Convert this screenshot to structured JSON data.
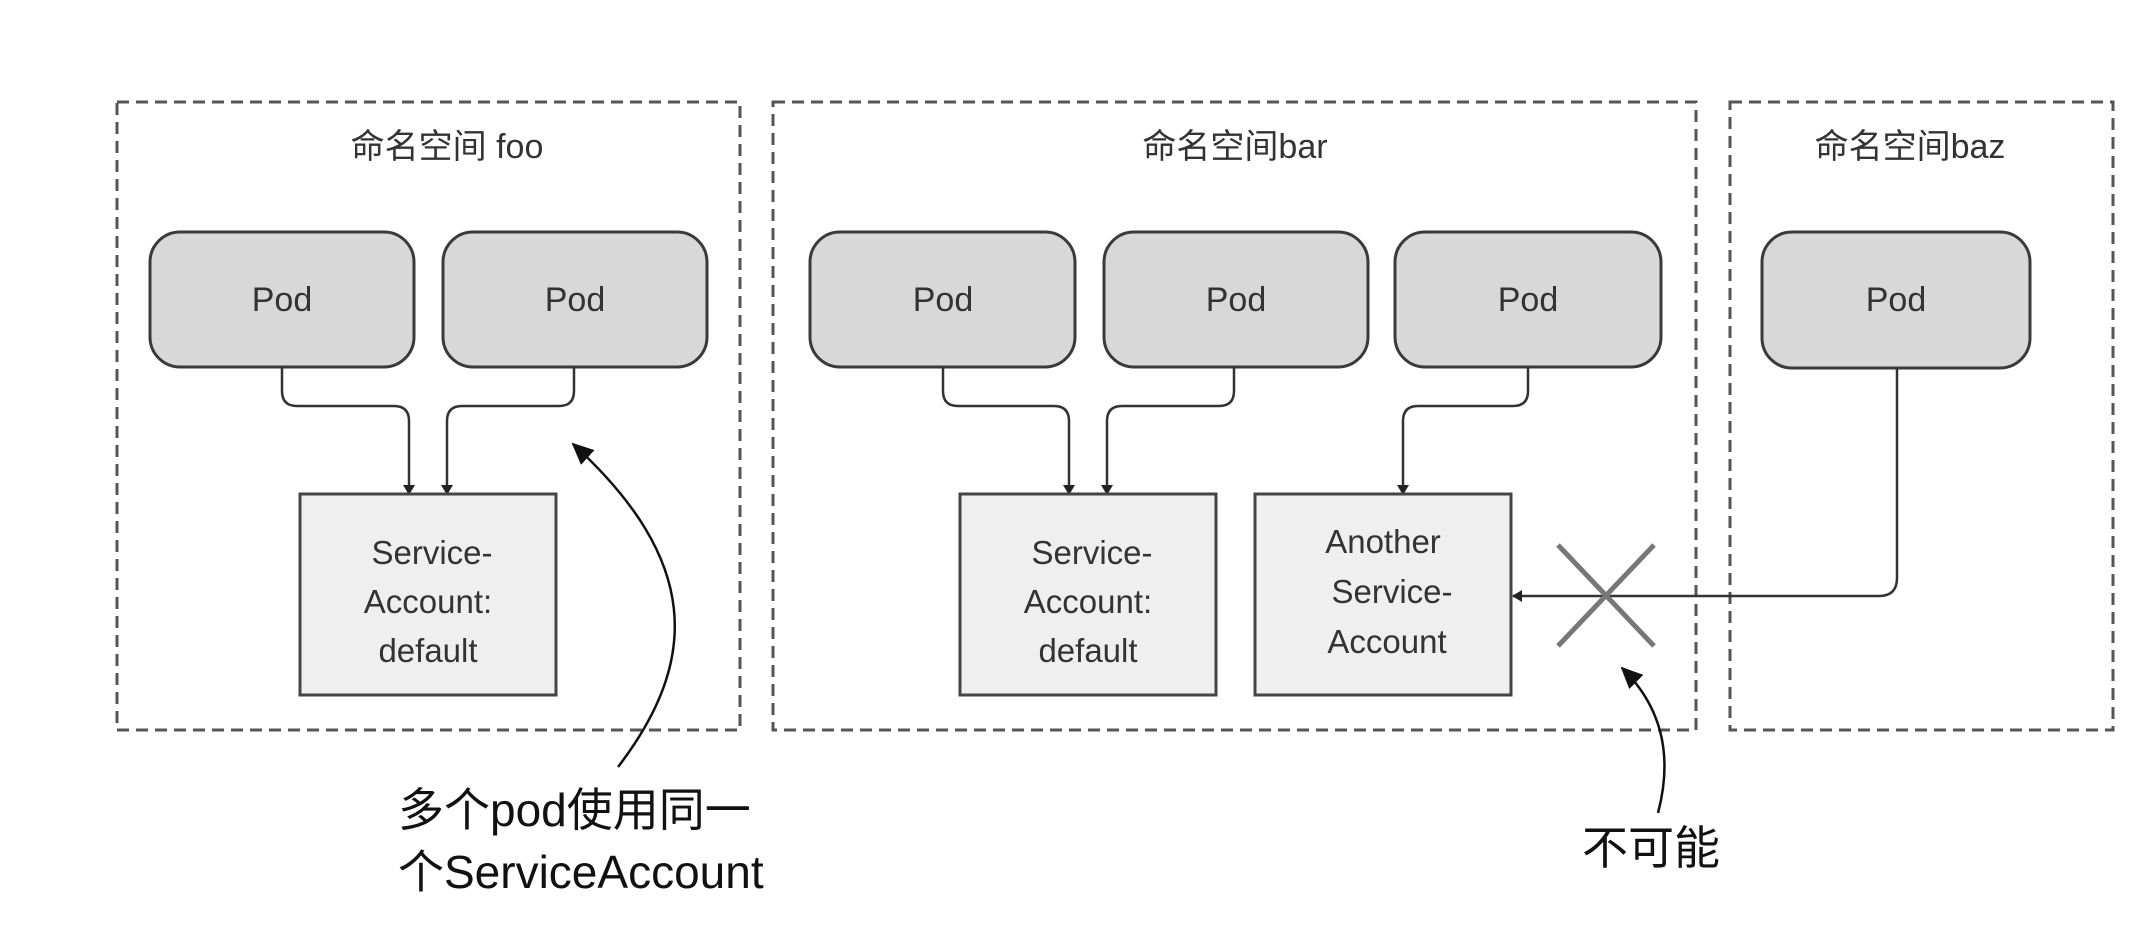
{
  "diagram": {
    "namespaces": [
      {
        "id": "foo",
        "title": "命名空间 foo",
        "pods": [
          "Pod",
          "Pod"
        ],
        "service_accounts": [
          {
            "lines": [
              "Service-",
              "Account:",
              "default"
            ]
          }
        ]
      },
      {
        "id": "bar",
        "title": "命名空间bar",
        "pods": [
          "Pod",
          "Pod",
          "Pod"
        ],
        "service_accounts": [
          {
            "lines": [
              "Service-",
              "Account:",
              "default"
            ]
          },
          {
            "lines": [
              "Another",
              "Service-",
              "Account"
            ]
          }
        ]
      },
      {
        "id": "baz",
        "title": "命名空间baz",
        "pods": [
          "Pod"
        ],
        "service_accounts": []
      }
    ],
    "connections": [
      {
        "from": "foo.pod.0",
        "to": "foo.sa.0"
      },
      {
        "from": "foo.pod.1",
        "to": "foo.sa.0"
      },
      {
        "from": "bar.pod.0",
        "to": "bar.sa.0"
      },
      {
        "from": "bar.pod.1",
        "to": "bar.sa.0"
      },
      {
        "from": "bar.pod.2",
        "to": "bar.sa.1"
      },
      {
        "from": "baz.pod.0",
        "to": "bar.sa.1",
        "blocked": true
      }
    ],
    "annotations": {
      "shared_sa": [
        "多个pod使用同一",
        "个ServiceAccount"
      ],
      "impossible": "不可能"
    },
    "colors": {
      "pod_fill": "#d8d8d8",
      "sa_fill": "#efefef",
      "cross": "#777777"
    }
  }
}
